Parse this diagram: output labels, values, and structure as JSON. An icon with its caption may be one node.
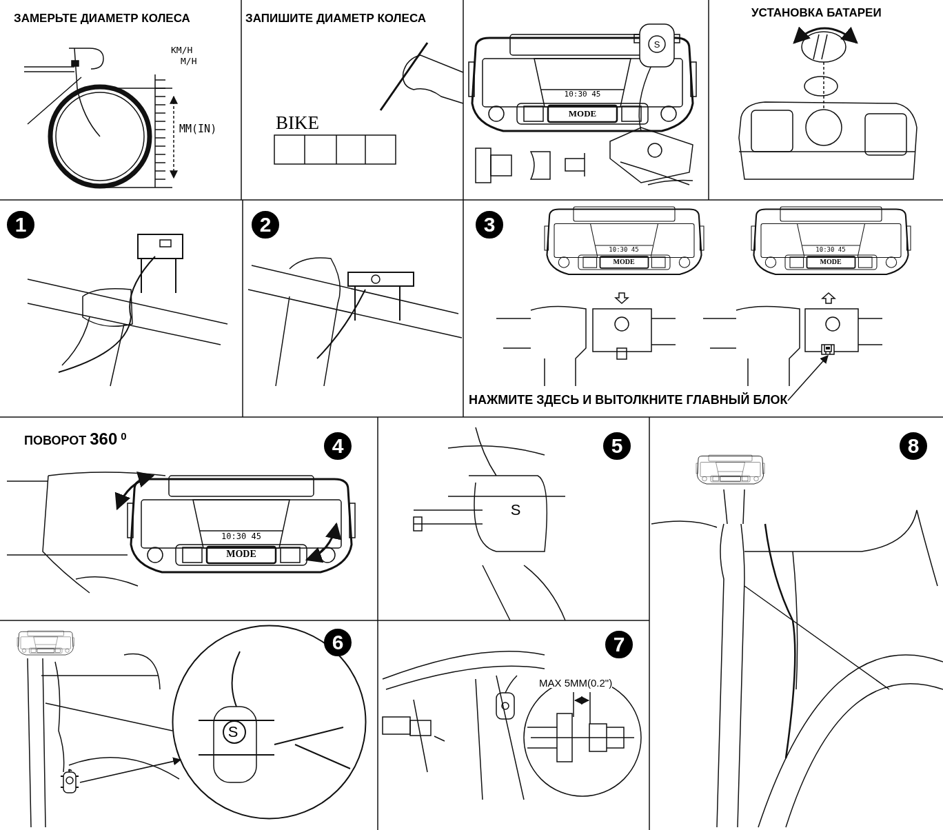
{
  "diagram": {
    "nodes": [
      {
        "text": [
          "НАЖМИТЕ ЗДЕСЬ И ВЫТОЛКНИТЕ ГЛАВНЫЙ БЛОК"
        ]
      },
      {
        "text": [],
        "shape": "picture"
      },
      {
        "text": [],
        "shape": "picture"
      },
      {
        "text": [],
        "shape": "picture"
      }
    ],
    "edges": [
      {
        "from": 0,
        "to": 1,
        "arrow": "to"
      },
      {
        "from": 3,
        "to": 2,
        "arrow": "to"
      }
    ],
    "labels": [
      "ЗАМЕРЬТЕ ДИАМЕТР КОЛЕСА",
      "ЗАПИШИТЕ ДИАМЕТР КОЛЕСА",
      "УСТАНОВКА БАТАРЕИ",
      "KM/H",
      "M/H",
      "MM(IN)",
      "BIKE",
      "10:30 45",
      "MODE",
      "S",
      "1",
      "2",
      "3",
      "10:30 45",
      "MODE",
      "10:30 45",
      "MODE",
      "ПОВОРОТ **360** $^{0}$",
      "4",
      "5",
      "8",
      "10:30 45",
      "MODE",
      "S",
      "6",
      "S",
      "7",
      "MAX 5MM(0.2\")"
    ]
  }
}
